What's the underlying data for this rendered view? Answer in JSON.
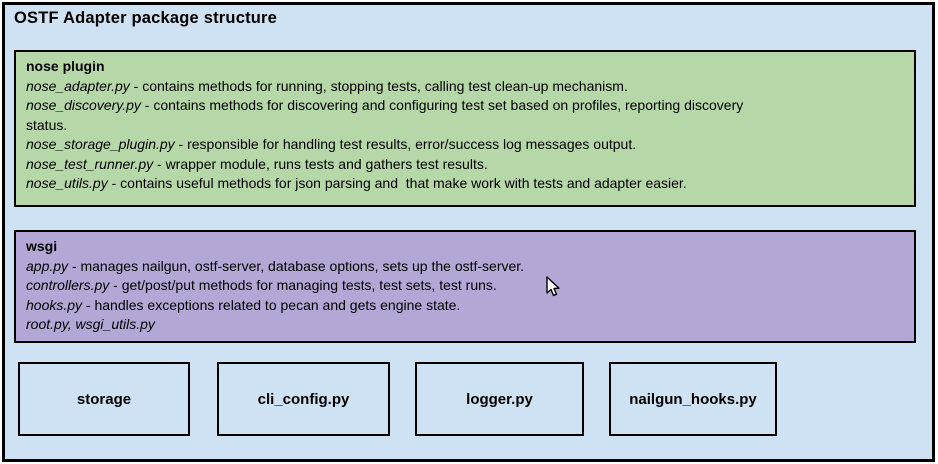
{
  "title": "OSTF Adapter package structure",
  "colors": {
    "canvas": "#cfe2f3",
    "nose_panel": "#b6d7a8",
    "wsgi_panel": "#b4a7d6",
    "bottom_box_fill": "#cfe2f3",
    "border": "#000000"
  },
  "panels": {
    "nose_plugin": {
      "header": "nose plugin",
      "lines": [
        {
          "file": "nose_adapter.py",
          "desc": " - contains methods for running, stopping tests, calling test clean-up mechanism."
        },
        {
          "file": "nose_discovery.py",
          "desc": " - contains methods for discovering and configuring test set based on profiles, reporting discovery",
          "desc2": "status."
        },
        {
          "file": "nose_storage_plugin.py",
          "desc": " - responsible for handling test results, error/success log messages output."
        },
        {
          "file": "nose_test_runner.py",
          "desc": " - wrapper module, runs tests and gathers test results."
        },
        {
          "file": "nose_utils.py",
          "desc": " - contains useful methods for json parsing and  that make work with tests and adapter easier."
        }
      ]
    },
    "wsgi": {
      "header": "wsgi",
      "lines": [
        {
          "file": "app.py",
          "desc": " - manages nailgun, ostf-server, database options, sets up the ostf-server."
        },
        {
          "file": "controllers.py",
          "desc": " - get/post/put methods for managing tests, test sets, test runs."
        },
        {
          "file": "hooks.py",
          "desc": " - handles exceptions related to pecan and gets engine state."
        },
        {
          "file": "root.py, wsgi_utils.py",
          "desc": ""
        }
      ]
    }
  },
  "bottom_boxes": [
    {
      "label": "storage"
    },
    {
      "label": "cli_config.py"
    },
    {
      "label": "logger.py"
    },
    {
      "label": "nailgun_hooks.py"
    }
  ]
}
